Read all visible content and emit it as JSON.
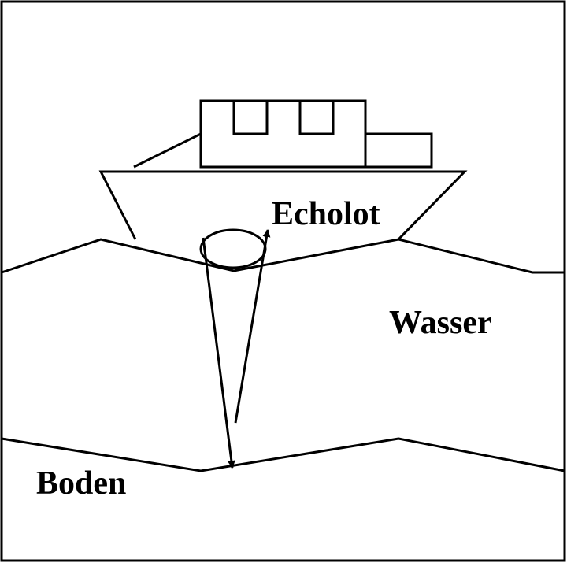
{
  "labels": {
    "echolot": "Echolot",
    "wasser": "Wasser",
    "boden": "Boden"
  },
  "colors": {
    "stroke": "#000000",
    "background": "#ffffff"
  }
}
